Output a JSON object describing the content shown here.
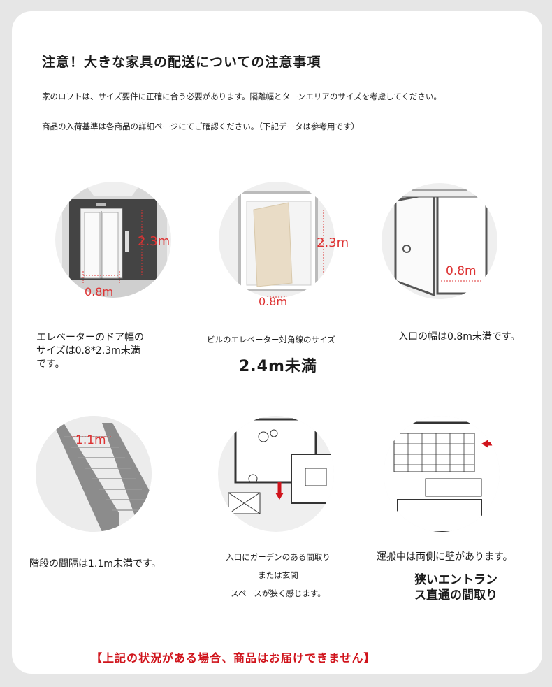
{
  "title": "注意！大きな家具の配送についての注意事項",
  "note1": "家のロフトは、サイズ要件に正確に合う必要があります。隔離幅とターンエリアのサイズを考慮してください。",
  "note2": "商品の入荷基準は各商品の詳細ページにてご確認ください。（下記データは参考用です）",
  "items": [
    {
      "lines": [
        "エレベーターのドア幅の",
        "サイズは0.8*2.3m未満",
        "です。"
      ],
      "labels": [
        "2.3m",
        "0.8m"
      ]
    },
    {
      "small": "ビルのエレベーター対角線のサイズ",
      "big": "2.4m未満",
      "labels": [
        "2.3m",
        "0.8m"
      ]
    },
    {
      "text": "入口の幅は0.8m未満です。",
      "labels": [
        "0.8m"
      ]
    },
    {
      "text": "階段の間隔は1.1m未満です。",
      "labels": [
        "1.1m"
      ]
    },
    {
      "lines": [
        "入口にガーデンのある間取り",
        "または玄関",
        "スペースが狭く感じます。"
      ]
    },
    {
      "text": "運搬中は両側に壁があります。",
      "bold_lines": [
        "狭いエントラン",
        "ス直通の間取り"
      ]
    }
  ],
  "warning": "【上記の状況がある場合、商品はお届けできません】",
  "colors": {
    "accent": "#d0141c",
    "measure": "#dd3333",
    "circle": "#efefef"
  }
}
